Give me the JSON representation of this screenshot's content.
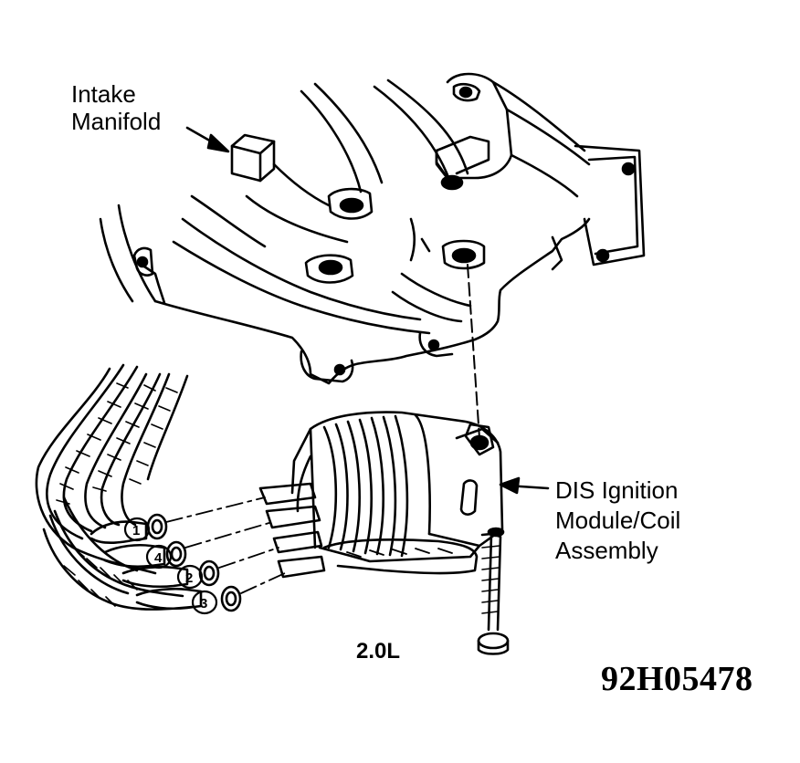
{
  "labels": {
    "intake_line1": "Intake",
    "intake_line2": "Manifold",
    "dis_line1": "DIS Ignition",
    "dis_line2": "Module/Coil",
    "dis_line3": "Assembly"
  },
  "engine": "2.0L",
  "figure_id": "92H05478",
  "terminals": [
    "1",
    "4",
    "2",
    "3"
  ],
  "colors": {
    "ink": "#000000",
    "paper": "#ffffff"
  }
}
